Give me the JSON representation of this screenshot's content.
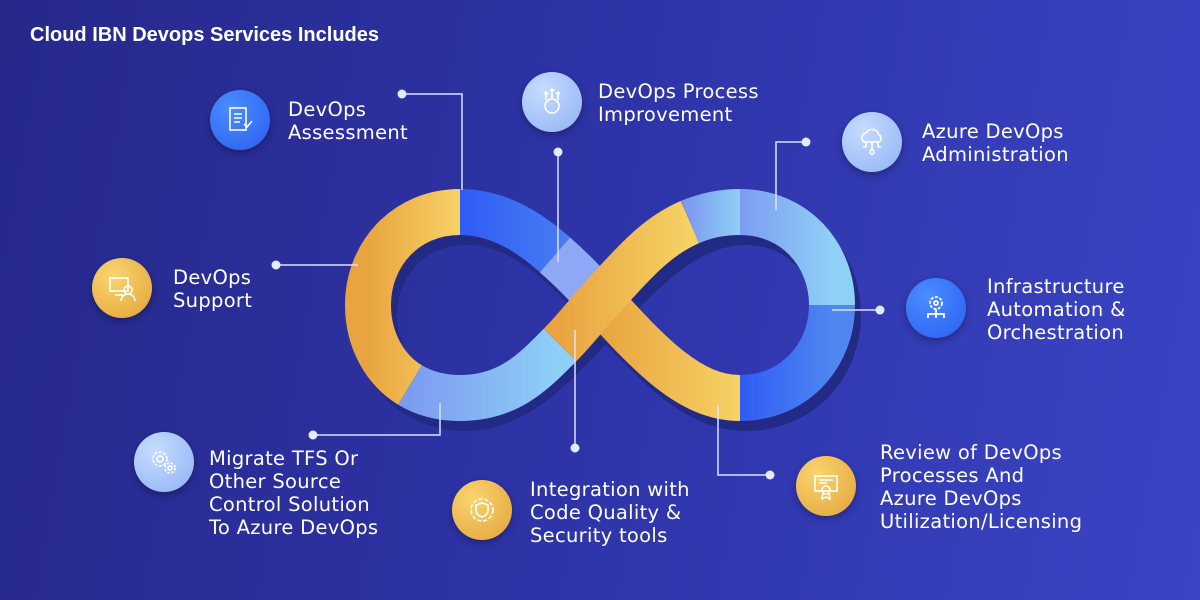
{
  "title": "Cloud IBN Devops Services Includes",
  "services": [
    {
      "id": "assessment",
      "lines": [
        "DevOps",
        "Assessment"
      ],
      "icon": "checklist-document-icon"
    },
    {
      "id": "process-improvement",
      "lines": [
        "DevOps Process",
        "Improvement"
      ],
      "icon": "growth-gear-icon"
    },
    {
      "id": "azure-admin",
      "lines": [
        "Azure DevOps",
        "Administration"
      ],
      "icon": "cloud-network-icon"
    },
    {
      "id": "support",
      "lines": [
        "DevOps",
        "Support"
      ],
      "icon": "support-agent-icon"
    },
    {
      "id": "infrastructure",
      "lines": [
        "Infrastructure",
        "Automation &",
        "Orchestration"
      ],
      "icon": "gear-hierarchy-icon"
    },
    {
      "id": "migrate",
      "lines": [
        "Migrate TFS Or",
        "Other Source",
        "Control Solution",
        "To Azure DevOps"
      ],
      "icon": "gears-icon"
    },
    {
      "id": "integration",
      "lines": [
        "Integration with",
        "Code Quality &",
        "Security tools"
      ],
      "icon": "shield-gear-icon"
    },
    {
      "id": "review",
      "lines": [
        "Review of DevOps",
        "Processes And",
        "Azure DevOps",
        "Utilization/Licensing"
      ],
      "icon": "certificate-icon"
    }
  ],
  "colors": {
    "gold": "#f0b445",
    "blue": "#3d6cf2",
    "lightblue": "#8fb4f7"
  }
}
